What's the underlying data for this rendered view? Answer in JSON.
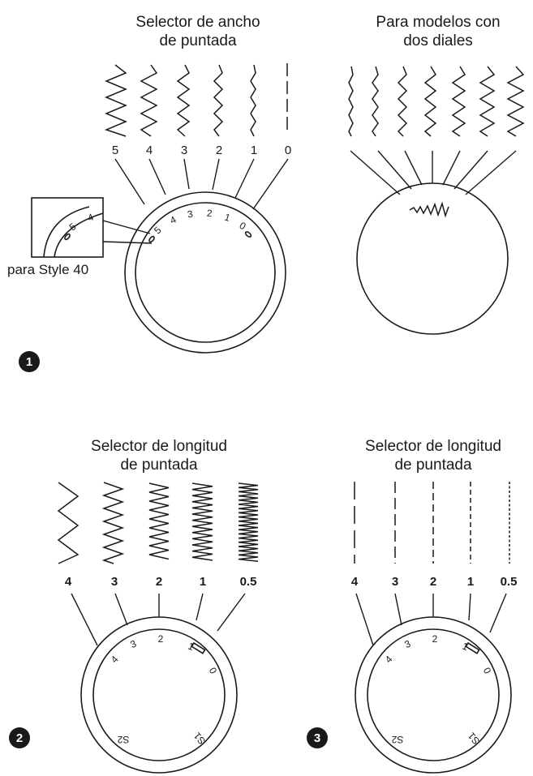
{
  "panel1": {
    "badge": "1",
    "title_line1": "Selector de ancho",
    "title_line2": "de puntada",
    "positions": [
      "5",
      "4",
      "3",
      "2",
      "1",
      "0"
    ],
    "inset_label": "para Style 40",
    "inset_dial_labels": [
      "5",
      "4"
    ]
  },
  "panel1b": {
    "title_line1": "Para modelos con",
    "title_line2": "dos diales"
  },
  "panel2": {
    "badge": "2",
    "title_line1": "Selector de longitud",
    "title_line2": "de puntada",
    "positions": [
      "4",
      "3",
      "2",
      "1",
      "0.5"
    ],
    "dial_labels": [
      "4",
      "3",
      "2",
      "1",
      "0",
      "S1",
      "S2"
    ]
  },
  "panel3": {
    "badge": "3",
    "title_line1": "Selector de longitud",
    "title_line2": "de puntada",
    "positions": [
      "4",
      "3",
      "2",
      "1",
      "0.5"
    ],
    "dial_labels": [
      "4",
      "3",
      "2",
      "1",
      "0",
      "S1",
      "S2"
    ]
  }
}
